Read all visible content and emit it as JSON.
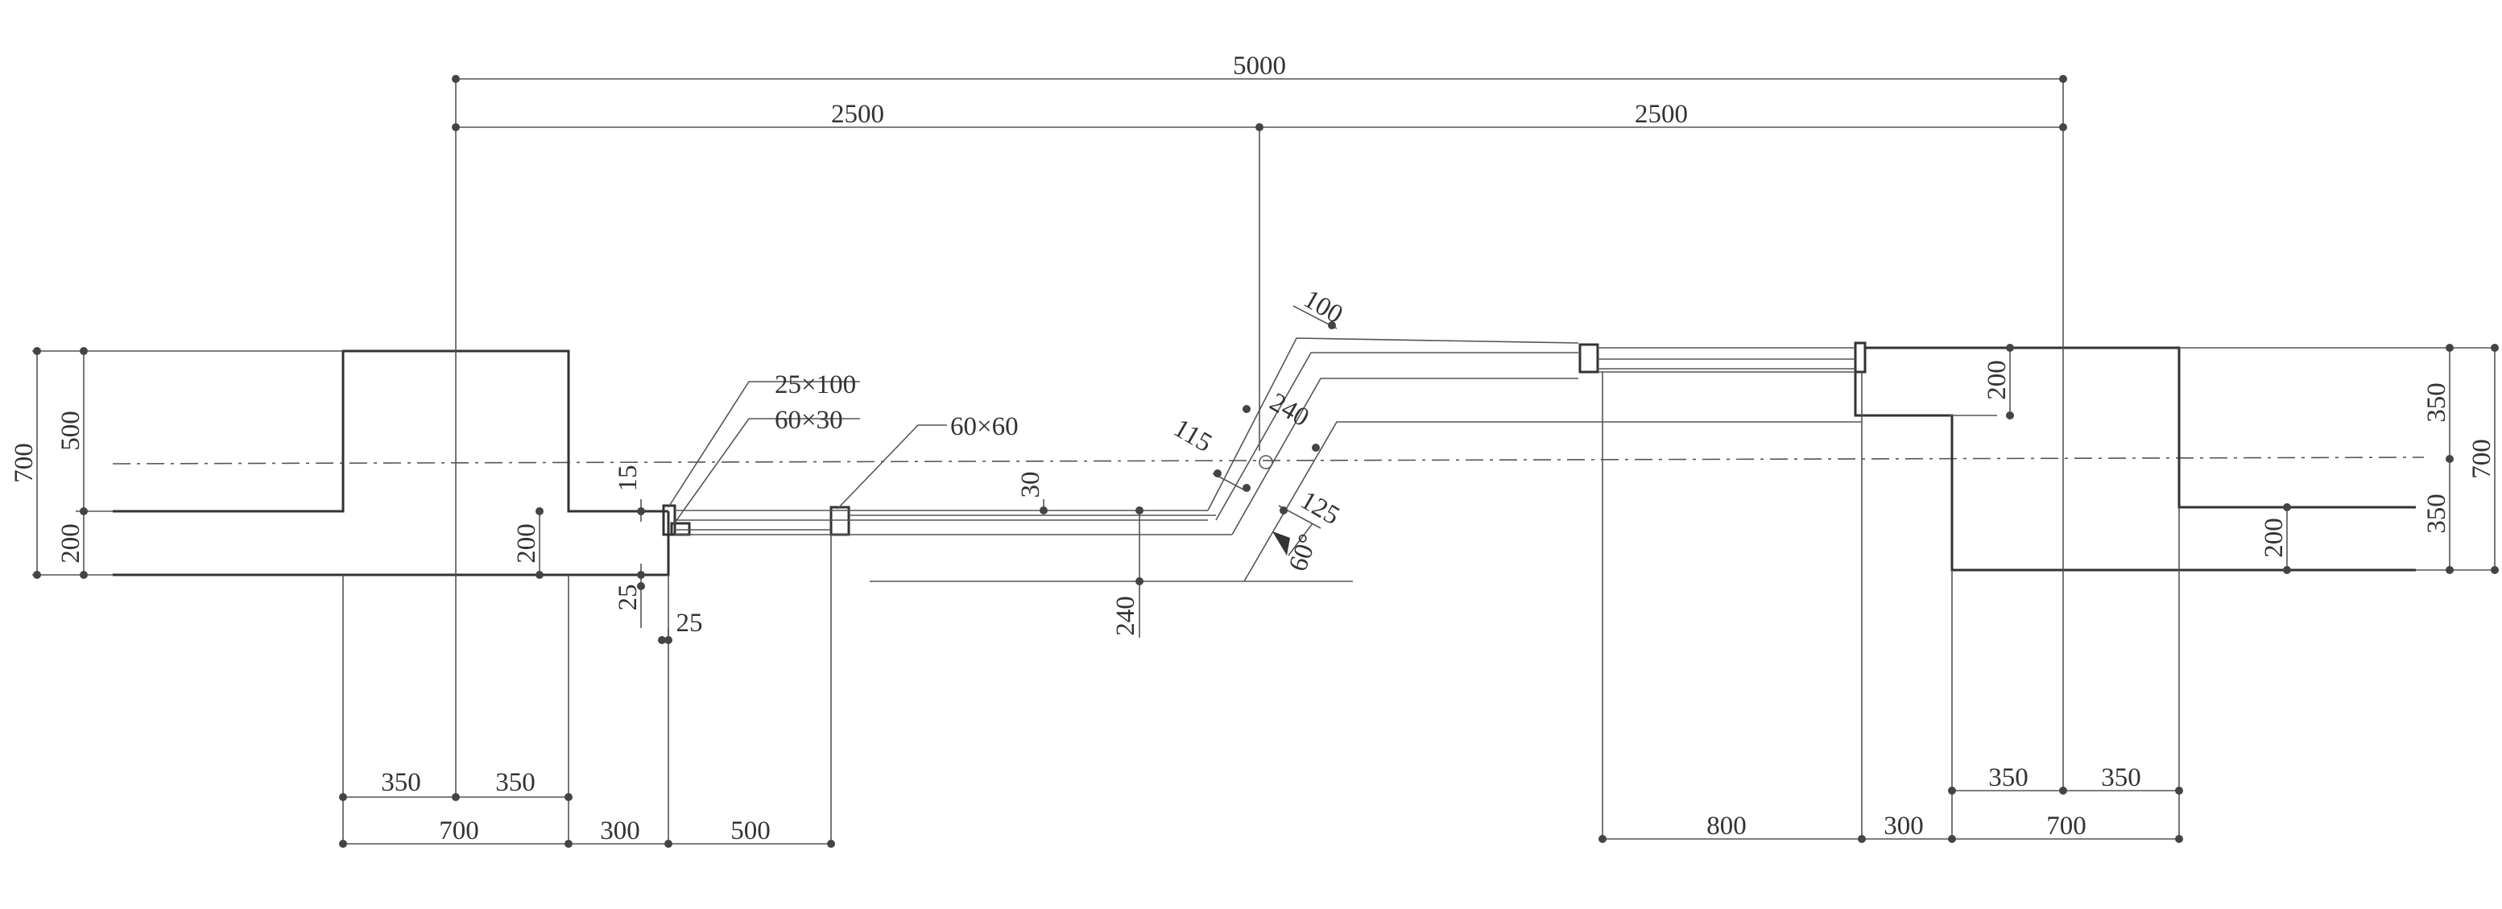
{
  "dimensions": {
    "total_width": "5000",
    "half_left": "2500",
    "half_right": "2500",
    "left_700_vertical": "700",
    "left_500": "500",
    "left_200": "200",
    "step_15": "15",
    "step_200": "200",
    "step_25_vertical": "25",
    "step_25_horizontal": "25",
    "ramp_30": "30",
    "ramp_240_vertical": "240",
    "diag_100": "100",
    "diag_115": "115",
    "diag_240": "240",
    "diag_125": "125",
    "angle_60": "60°",
    "right_200_upper": "200",
    "right_350_upper": "350",
    "right_350_lower": "350",
    "right_700_vertical": "700",
    "right_200_lower": "200",
    "bottom_left_350_a": "350",
    "bottom_left_350_b": "350",
    "bottom_left_700": "700",
    "bottom_left_300": "300",
    "bottom_left_500": "500",
    "bottom_right_800": "800",
    "bottom_right_300": "300",
    "bottom_right_700": "700",
    "bottom_right_350_a": "350",
    "bottom_right_350_b": "350"
  },
  "callouts": {
    "section_25x100": "25×100",
    "section_60x30": "60×30",
    "section_60x60": "60×60"
  }
}
